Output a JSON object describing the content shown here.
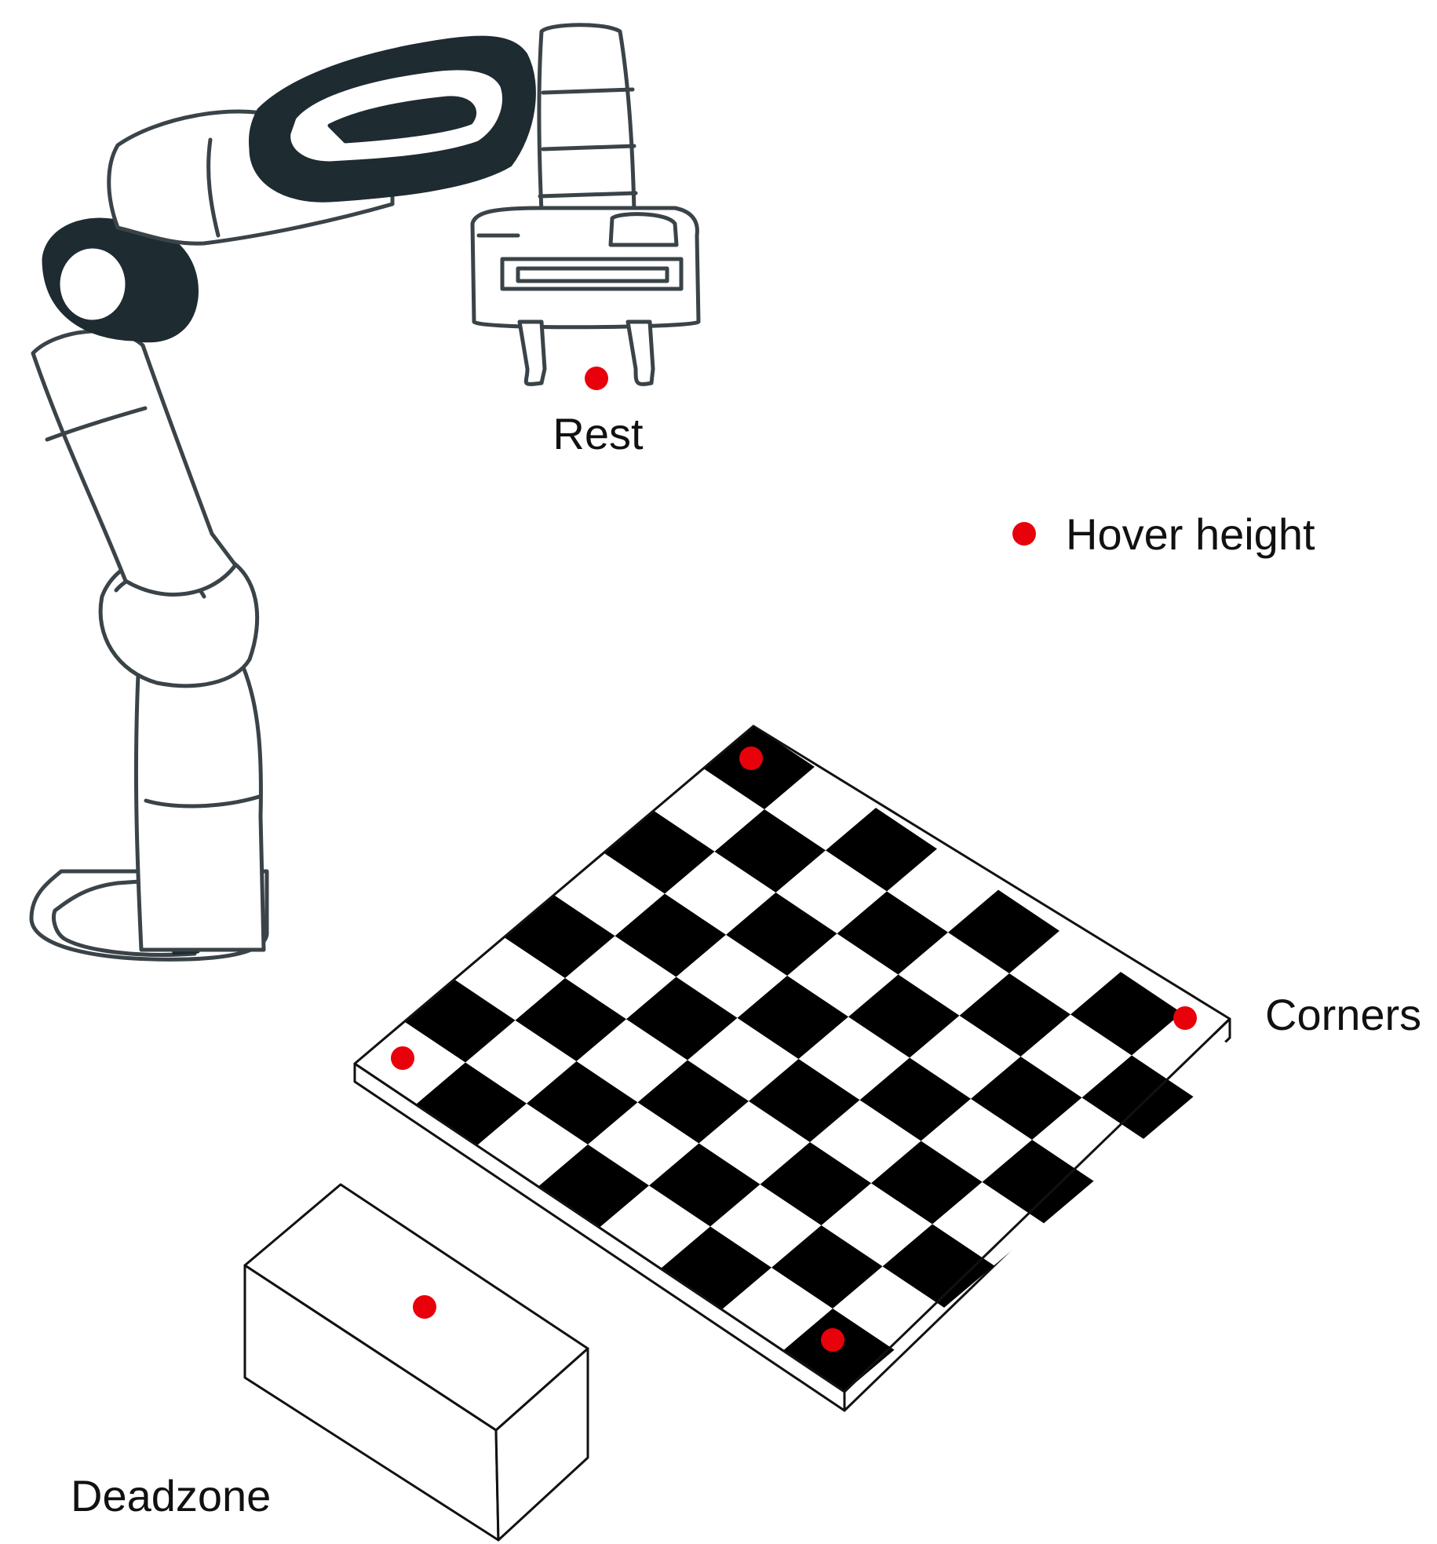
{
  "labels": {
    "rest": "Rest",
    "hover": "Hover height",
    "corners": "Corners",
    "deadzone": "Deadzone"
  },
  "board": {
    "size": 8
  },
  "colors": {
    "marker": "#e8000b",
    "dark_square": "#000000",
    "light_square": "#ffffff",
    "outline": "#111111",
    "robot_dark": "#1e2b31",
    "robot_outline": "#3a4348",
    "robot_body": "#ffffff"
  },
  "icons": {
    "robot_arm": "robot-arm-icon",
    "marker": "red-dot-marker"
  }
}
